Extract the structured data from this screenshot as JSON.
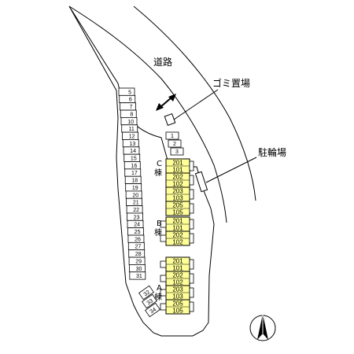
{
  "labels": {
    "road": "道路",
    "garbage": "ゴミ置場",
    "bike_parking": "駐輪場"
  },
  "buildings": [
    {
      "name": "C",
      "suffix": "棟",
      "rooms": [
        "201",
        "101",
        "202",
        "102",
        "203",
        "103",
        "205",
        "105"
      ]
    },
    {
      "name": "B",
      "suffix": "棟",
      "rooms": [
        "201",
        "101",
        "202",
        "102"
      ]
    },
    {
      "name": "A",
      "suffix": "棟",
      "rooms": [
        "201",
        "101",
        "202",
        "102",
        "203",
        "103",
        "205",
        "105"
      ]
    }
  ],
  "parking": {
    "left_column": [
      "5",
      "6",
      "7",
      "8",
      "10",
      "11",
      "12",
      "13",
      "14",
      "15",
      "16",
      "17",
      "18",
      "19",
      "20",
      "21",
      "22",
      "23",
      "24",
      "25",
      "26",
      "27",
      "28",
      "29",
      "30",
      "31"
    ],
    "top_stack": [
      "1",
      "2",
      "3"
    ],
    "angled": [
      "32",
      "33",
      "34"
    ]
  },
  "colors": {
    "building_fill": "#ffff99",
    "line": "#000000",
    "background": "#ffffff"
  },
  "icons": [
    "north-arrow-icon",
    "double-arrow-icon"
  ]
}
